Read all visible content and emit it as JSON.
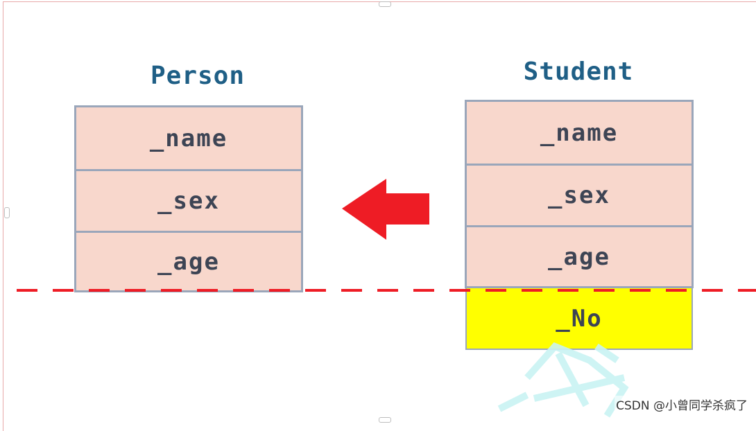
{
  "diagram": {
    "person": {
      "title": "Person",
      "fields": [
        "_name",
        "_sex",
        "_age"
      ]
    },
    "student": {
      "title": "Student",
      "fields": [
        "_name",
        "_sex",
        "_age"
      ],
      "extra_field": "_No"
    }
  },
  "colors": {
    "title": "#1f5f86",
    "cell_fill": "#f8d7cc",
    "cell_border": "#9aa6ba",
    "extra_fill": "#ffff00",
    "arrow": "#ee1c25",
    "dashed_line": "#ee1c25",
    "watermark_glyph": "#c9f3f3"
  },
  "icons": {
    "arrow": "left-arrow-icon"
  },
  "watermark": {
    "text": "CSDN @小曾同学杀疯了"
  }
}
